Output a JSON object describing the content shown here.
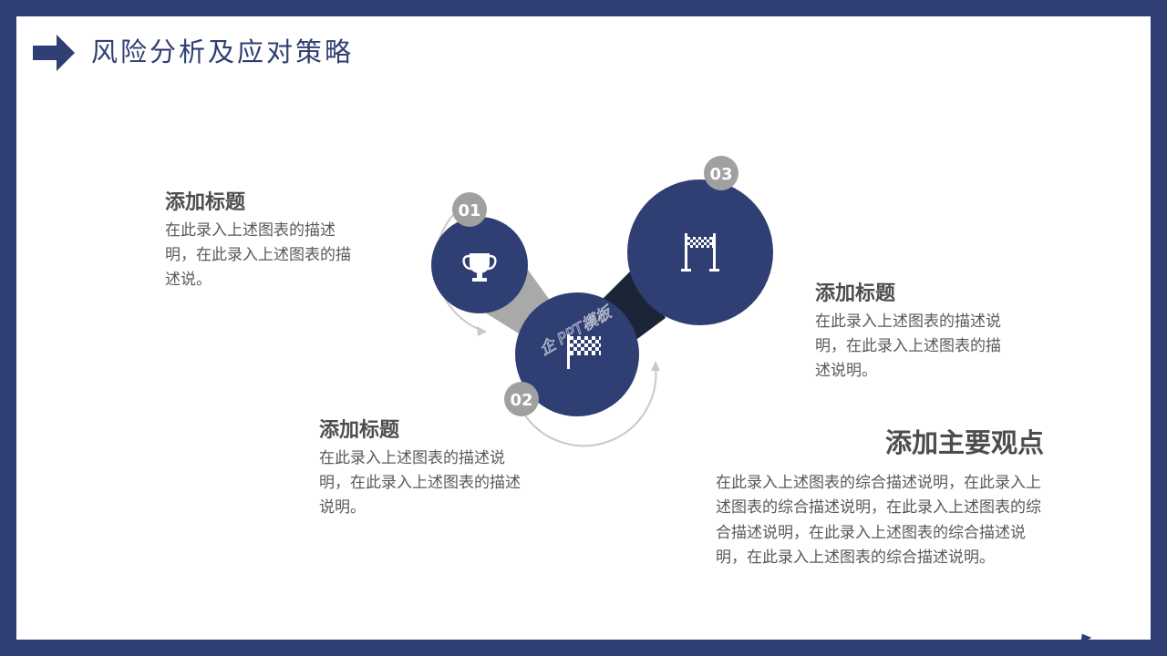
{
  "header": {
    "title": "风险分析及应对策略"
  },
  "colors": {
    "frame": "#303f73",
    "circle": "#303f73",
    "connector_light": "#a9a9a9",
    "connector_dark": "#1c2537",
    "badge": "#a0a0a0",
    "arc": "#c8c8c8",
    "text_dark": "#4d4d4d",
    "text_body": "#595959"
  },
  "steps": [
    {
      "number": "01",
      "icon": "trophy-icon",
      "title": "添加标题",
      "description": "在此录入上述图表的描述明，在此录入上述图表的描述说。"
    },
    {
      "number": "02",
      "icon": "checkered-flag-icon",
      "title": "添加标题",
      "description": "在此录入上述图表的描述说明，在此录入上述图表的描述说明。"
    },
    {
      "number": "03",
      "icon": "finish-line-icon",
      "title": "添加标题",
      "description": "在此录入上述图表的描述说明，在此录入上述图表的描述说明。"
    }
  ],
  "summary": {
    "title": "添加主要观点",
    "description": "在此录入上述图表的综合描述说明，在此录入上述图表的综合描述说明，在此录入上述图表的综合描述说明，在此录入上述图表的综合描述说明，在此录入上述图表的综合描述说明。"
  },
  "watermark": "企 PPT模板"
}
